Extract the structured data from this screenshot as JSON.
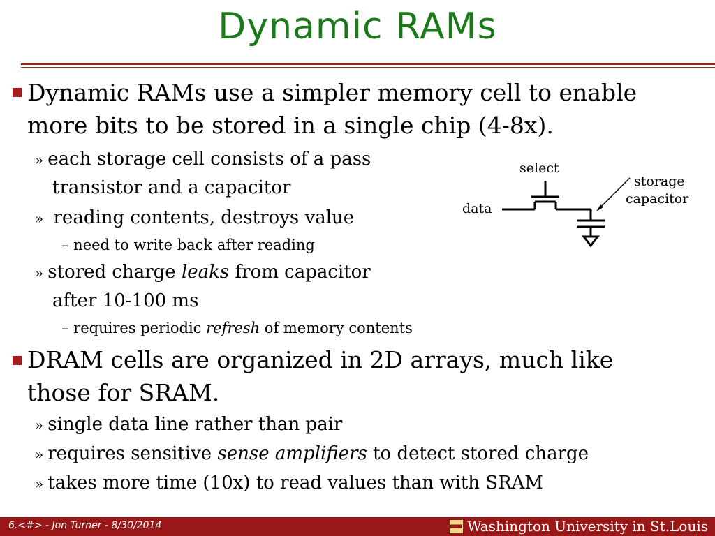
{
  "slide": {
    "title": "Dynamic RAMs",
    "bullets": [
      {
        "line1": "Dynamic RAMs use a simpler memory cell to enable",
        "line2": "more bits to be stored in a single chip (4-8x).",
        "subs": [
          {
            "line1": "each storage cell consists of a pass",
            "line2": "transistor and a capacitor"
          },
          {
            "line1": " reading contents, destroys value"
          },
          {
            "pre": "stored charge ",
            "em": "leaks",
            "post": " from capacitor",
            "line2": "after 10-100 ms"
          }
        ],
        "subsubs": [
          {
            "text": "– need to write back after reading"
          },
          {
            "pre": "– requires periodic ",
            "em": "refresh",
            "post": " of memory contents"
          }
        ]
      },
      {
        "line1": "DRAM cells are organized in 2D arrays, much like",
        "line2": "those for SRAM.",
        "subs": [
          {
            "text": "single data line rather than pair"
          },
          {
            "pre": "requires sensitive ",
            "em": "sense amplifiers",
            "post": " to detect stored charge"
          },
          {
            "text": "takes more time (10x) to read values than with SRAM"
          }
        ]
      }
    ],
    "sub_marker": "»"
  },
  "diagram": {
    "select_label": "select",
    "data_label": "data",
    "storage_label_1": "storage",
    "storage_label_2": "capacitor"
  },
  "footer": {
    "left": "6.<#> - Jon Turner - 8/30/2014",
    "right": "Washington University in St.Louis"
  },
  "colors": {
    "title": "#1a7a1a",
    "rule": "#9a2a1a",
    "bullet": "#a51c1c",
    "footer_bg": "#9a1717"
  }
}
